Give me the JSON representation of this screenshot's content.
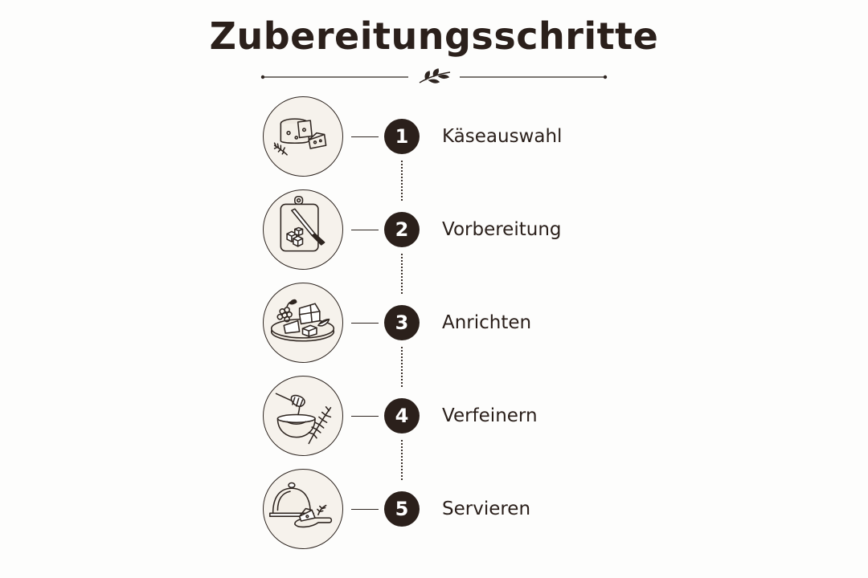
{
  "title": "Zubereitungsschritte",
  "steps": [
    {
      "number": "1",
      "label": "Käseauswahl",
      "icon": "cheese-icon"
    },
    {
      "number": "2",
      "label": "Vorbereitung",
      "icon": "cutting-board-knife-icon"
    },
    {
      "number": "3",
      "label": "Anrichten",
      "icon": "cheese-platter-icon"
    },
    {
      "number": "4",
      "label": "Verfeinern",
      "icon": "honey-dipper-bowl-icon"
    },
    {
      "number": "5",
      "label": "Servieren",
      "icon": "serving-cloche-icon"
    }
  ],
  "colors": {
    "ink": "#2b201b",
    "circle_fill": "#f6f2ec",
    "background": "#fdfdfc"
  }
}
